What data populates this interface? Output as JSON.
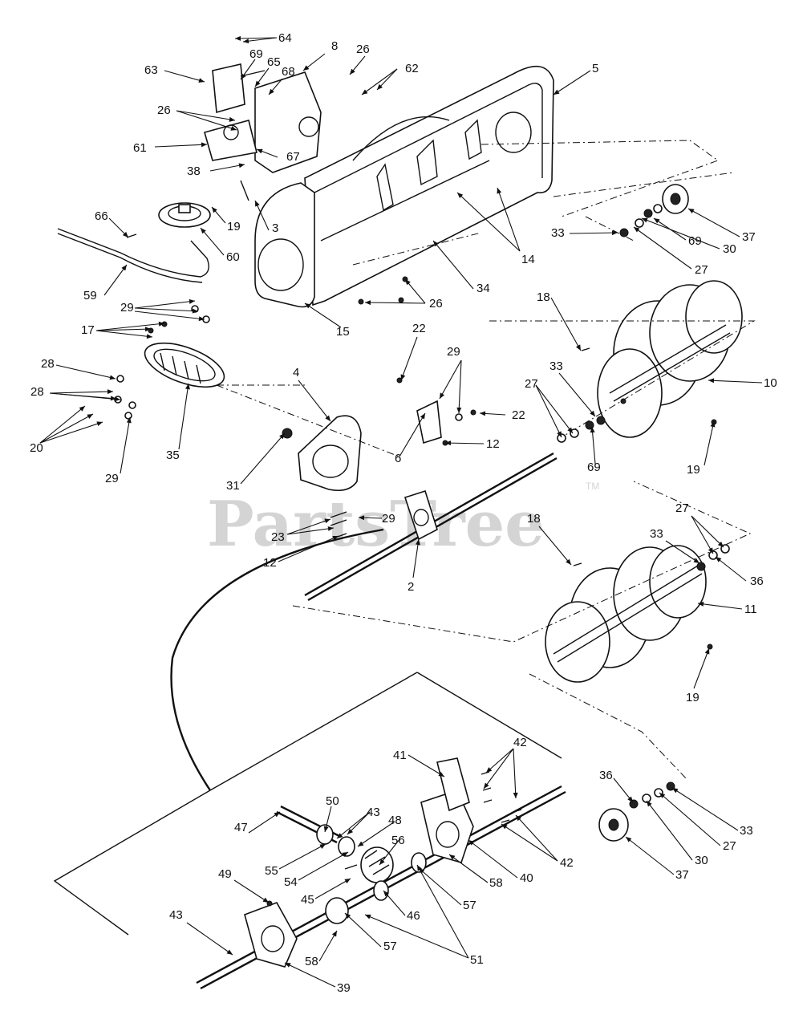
{
  "watermark": {
    "text": "PartsTree",
    "trademark": "TM"
  },
  "callouts": [
    {
      "id": "c64",
      "text": "64"
    },
    {
      "id": "c8",
      "text": "8"
    },
    {
      "id": "c26a",
      "text": "26"
    },
    {
      "id": "c62",
      "text": "62"
    },
    {
      "id": "c63",
      "text": "63"
    },
    {
      "id": "c69a",
      "text": "69"
    },
    {
      "id": "c65",
      "text": "65"
    },
    {
      "id": "c68",
      "text": "68"
    },
    {
      "id": "c5",
      "text": "5"
    },
    {
      "id": "c26b",
      "text": "26"
    },
    {
      "id": "c61",
      "text": "61"
    },
    {
      "id": "c67",
      "text": "67"
    },
    {
      "id": "c38",
      "text": "38"
    },
    {
      "id": "c19a",
      "text": "19"
    },
    {
      "id": "c3",
      "text": "3"
    },
    {
      "id": "c66",
      "text": "66"
    },
    {
      "id": "c60",
      "text": "60"
    },
    {
      "id": "c59",
      "text": "59"
    },
    {
      "id": "c14",
      "text": "14"
    },
    {
      "id": "c33a",
      "text": "33"
    },
    {
      "id": "c37a",
      "text": "37"
    },
    {
      "id": "c69b",
      "text": "69"
    },
    {
      "id": "c30a",
      "text": "30"
    },
    {
      "id": "c27a",
      "text": "27"
    },
    {
      "id": "c34",
      "text": "34"
    },
    {
      "id": "c26c",
      "text": "26"
    },
    {
      "id": "c29a",
      "text": "29"
    },
    {
      "id": "c17",
      "text": "17"
    },
    {
      "id": "c15",
      "text": "15"
    },
    {
      "id": "c18a",
      "text": "18"
    },
    {
      "id": "c22a",
      "text": "22"
    },
    {
      "id": "c29b",
      "text": "29"
    },
    {
      "id": "c28a",
      "text": "28"
    },
    {
      "id": "c28b",
      "text": "28"
    },
    {
      "id": "c20",
      "text": "20"
    },
    {
      "id": "c35",
      "text": "35"
    },
    {
      "id": "c29c",
      "text": "29"
    },
    {
      "id": "c4",
      "text": "4"
    },
    {
      "id": "c22b",
      "text": "22"
    },
    {
      "id": "c6",
      "text": "6"
    },
    {
      "id": "c12a",
      "text": "12"
    },
    {
      "id": "c27b",
      "text": "27"
    },
    {
      "id": "c33b",
      "text": "33"
    },
    {
      "id": "c69c",
      "text": "69"
    },
    {
      "id": "c10",
      "text": "10"
    },
    {
      "id": "c19b",
      "text": "19"
    },
    {
      "id": "c31",
      "text": "31"
    },
    {
      "id": "c23",
      "text": "23"
    },
    {
      "id": "c29d",
      "text": "29"
    },
    {
      "id": "c12b",
      "text": "12"
    },
    {
      "id": "c2",
      "text": "2"
    },
    {
      "id": "c18b",
      "text": "18"
    },
    {
      "id": "c27c",
      "text": "27"
    },
    {
      "id": "c33c",
      "text": "33"
    },
    {
      "id": "c36a",
      "text": "36"
    },
    {
      "id": "c11",
      "text": "11"
    },
    {
      "id": "c19c",
      "text": "19"
    },
    {
      "id": "c41",
      "text": "41"
    },
    {
      "id": "c42a",
      "text": "42"
    },
    {
      "id": "c36b",
      "text": "36"
    },
    {
      "id": "c33d",
      "text": "33"
    },
    {
      "id": "c50",
      "text": "50"
    },
    {
      "id": "c43a",
      "text": "43"
    },
    {
      "id": "c48",
      "text": "48"
    },
    {
      "id": "c47",
      "text": "47"
    },
    {
      "id": "c56",
      "text": "56"
    },
    {
      "id": "c55",
      "text": "55"
    },
    {
      "id": "c54",
      "text": "54"
    },
    {
      "id": "c42b",
      "text": "42"
    },
    {
      "id": "c27d",
      "text": "27"
    },
    {
      "id": "c30b",
      "text": "30"
    },
    {
      "id": "c37b",
      "text": "37"
    },
    {
      "id": "c40",
      "text": "40"
    },
    {
      "id": "c58a",
      "text": "58"
    },
    {
      "id": "c45",
      "text": "45"
    },
    {
      "id": "c49",
      "text": "49"
    },
    {
      "id": "c46",
      "text": "46"
    },
    {
      "id": "c57a",
      "text": "57"
    },
    {
      "id": "c43b",
      "text": "43"
    },
    {
      "id": "c57b",
      "text": "57"
    },
    {
      "id": "c58b",
      "text": "58"
    },
    {
      "id": "c51",
      "text": "51"
    },
    {
      "id": "c39",
      "text": "39"
    }
  ]
}
